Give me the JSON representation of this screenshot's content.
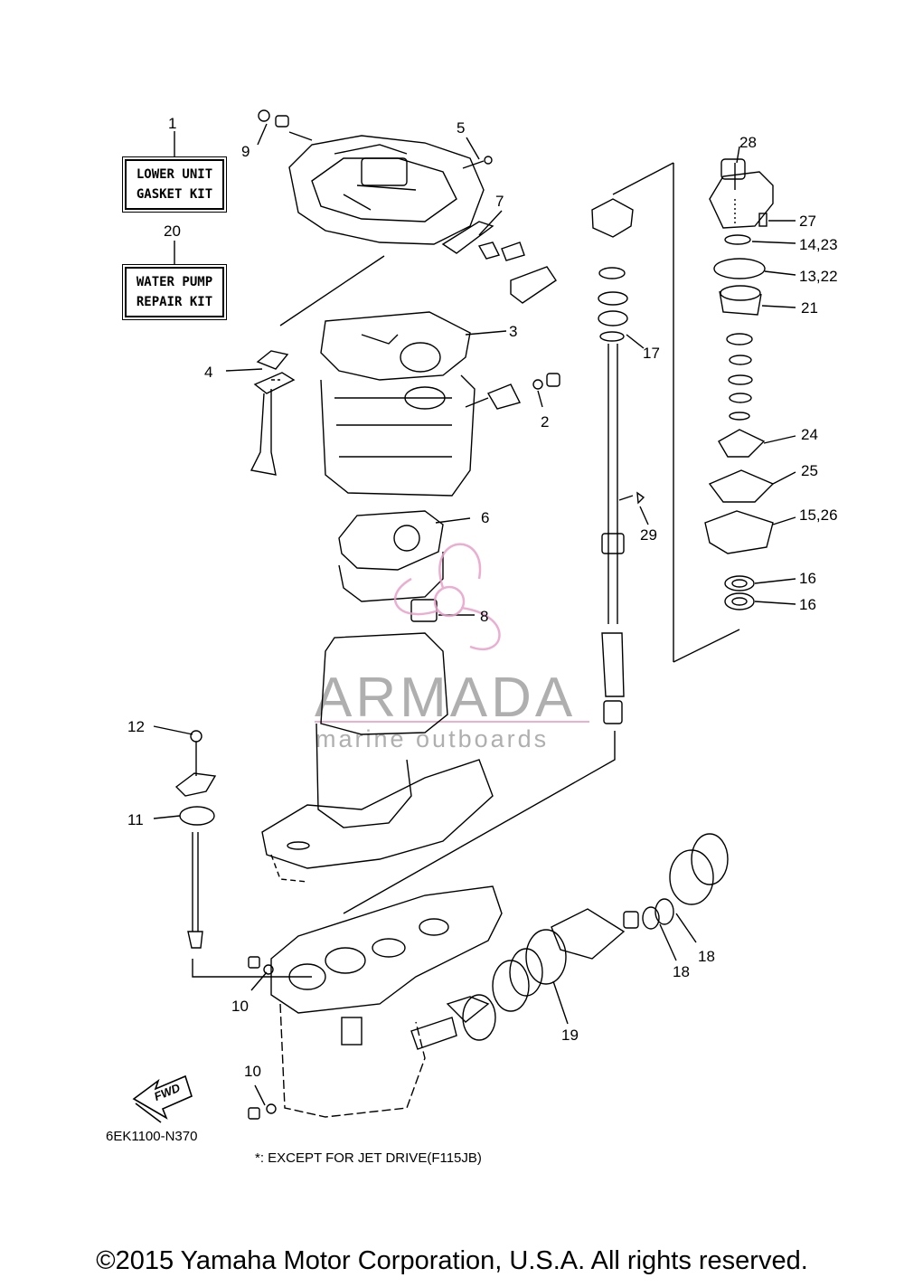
{
  "kits": {
    "lower_unit": {
      "number": "1",
      "line1": "LOWER UNIT",
      "line2": "GASKET KIT"
    },
    "water_pump": {
      "number": "20",
      "line1": "WATER PUMP",
      "line2": "REPAIR KIT"
    }
  },
  "callouts": [
    "1",
    "9",
    "5",
    "7",
    "3",
    "4",
    "2",
    "6",
    "8",
    "12",
    "11",
    "10",
    "10",
    "28",
    "27",
    "14,23",
    "13,22",
    "21",
    "17",
    "24",
    "25",
    "29",
    "15,26",
    "16",
    "16",
    "18",
    "18",
    "19",
    "20"
  ],
  "diagram_code": "6EK1100-N370",
  "fwd_label": "FWD",
  "footnote": "*: EXCEPT FOR JET DRIVE(F115JB)",
  "watermark": {
    "brand": "ARMADA",
    "tagline": "marine outboards"
  },
  "copyright": "©2015 Yamaha Motor Corporation, U.S.A. All rights reserved.",
  "colors": {
    "line": "#000000",
    "watermark_pink": "#e8a0c8",
    "watermark_gray": "#8a8a8a"
  }
}
